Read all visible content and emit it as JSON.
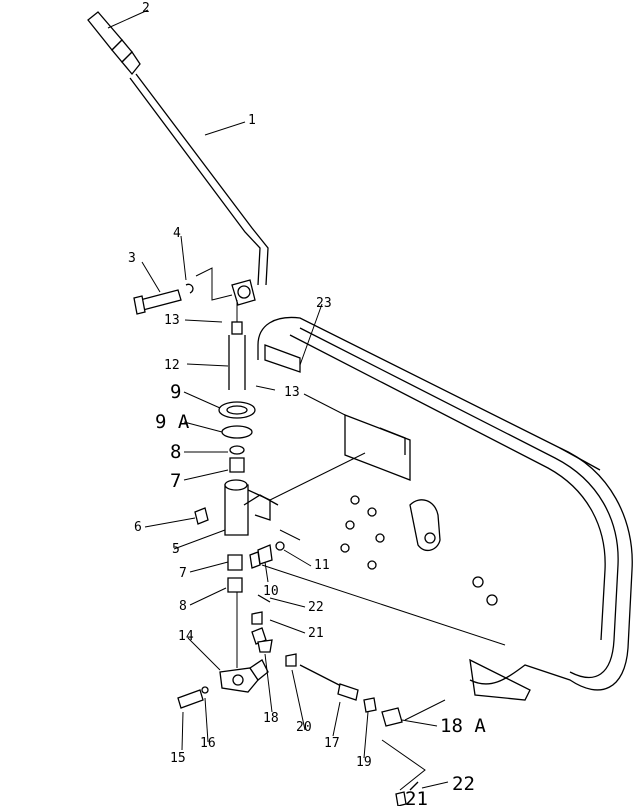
{
  "diagram": {
    "callouts": {
      "c1": "1",
      "c2": "2",
      "c3": "3",
      "c4": "4",
      "c5": "5",
      "c6": "6",
      "c7a": "7",
      "c7b": "7",
      "c8a": "8",
      "c8b": "8",
      "c9": "9",
      "c9a": "9 A",
      "c10": "10",
      "c11": "11",
      "c12": "12",
      "c13a": "13",
      "c13b": "13",
      "c14": "14",
      "c15": "15",
      "c16": "16",
      "c17": "17",
      "c18": "18",
      "c18a": "18 A",
      "c19": "19",
      "c20": "20",
      "c21a": "21",
      "c21b": "21",
      "c22a": "22",
      "c22b": "22",
      "c23": "23"
    }
  }
}
